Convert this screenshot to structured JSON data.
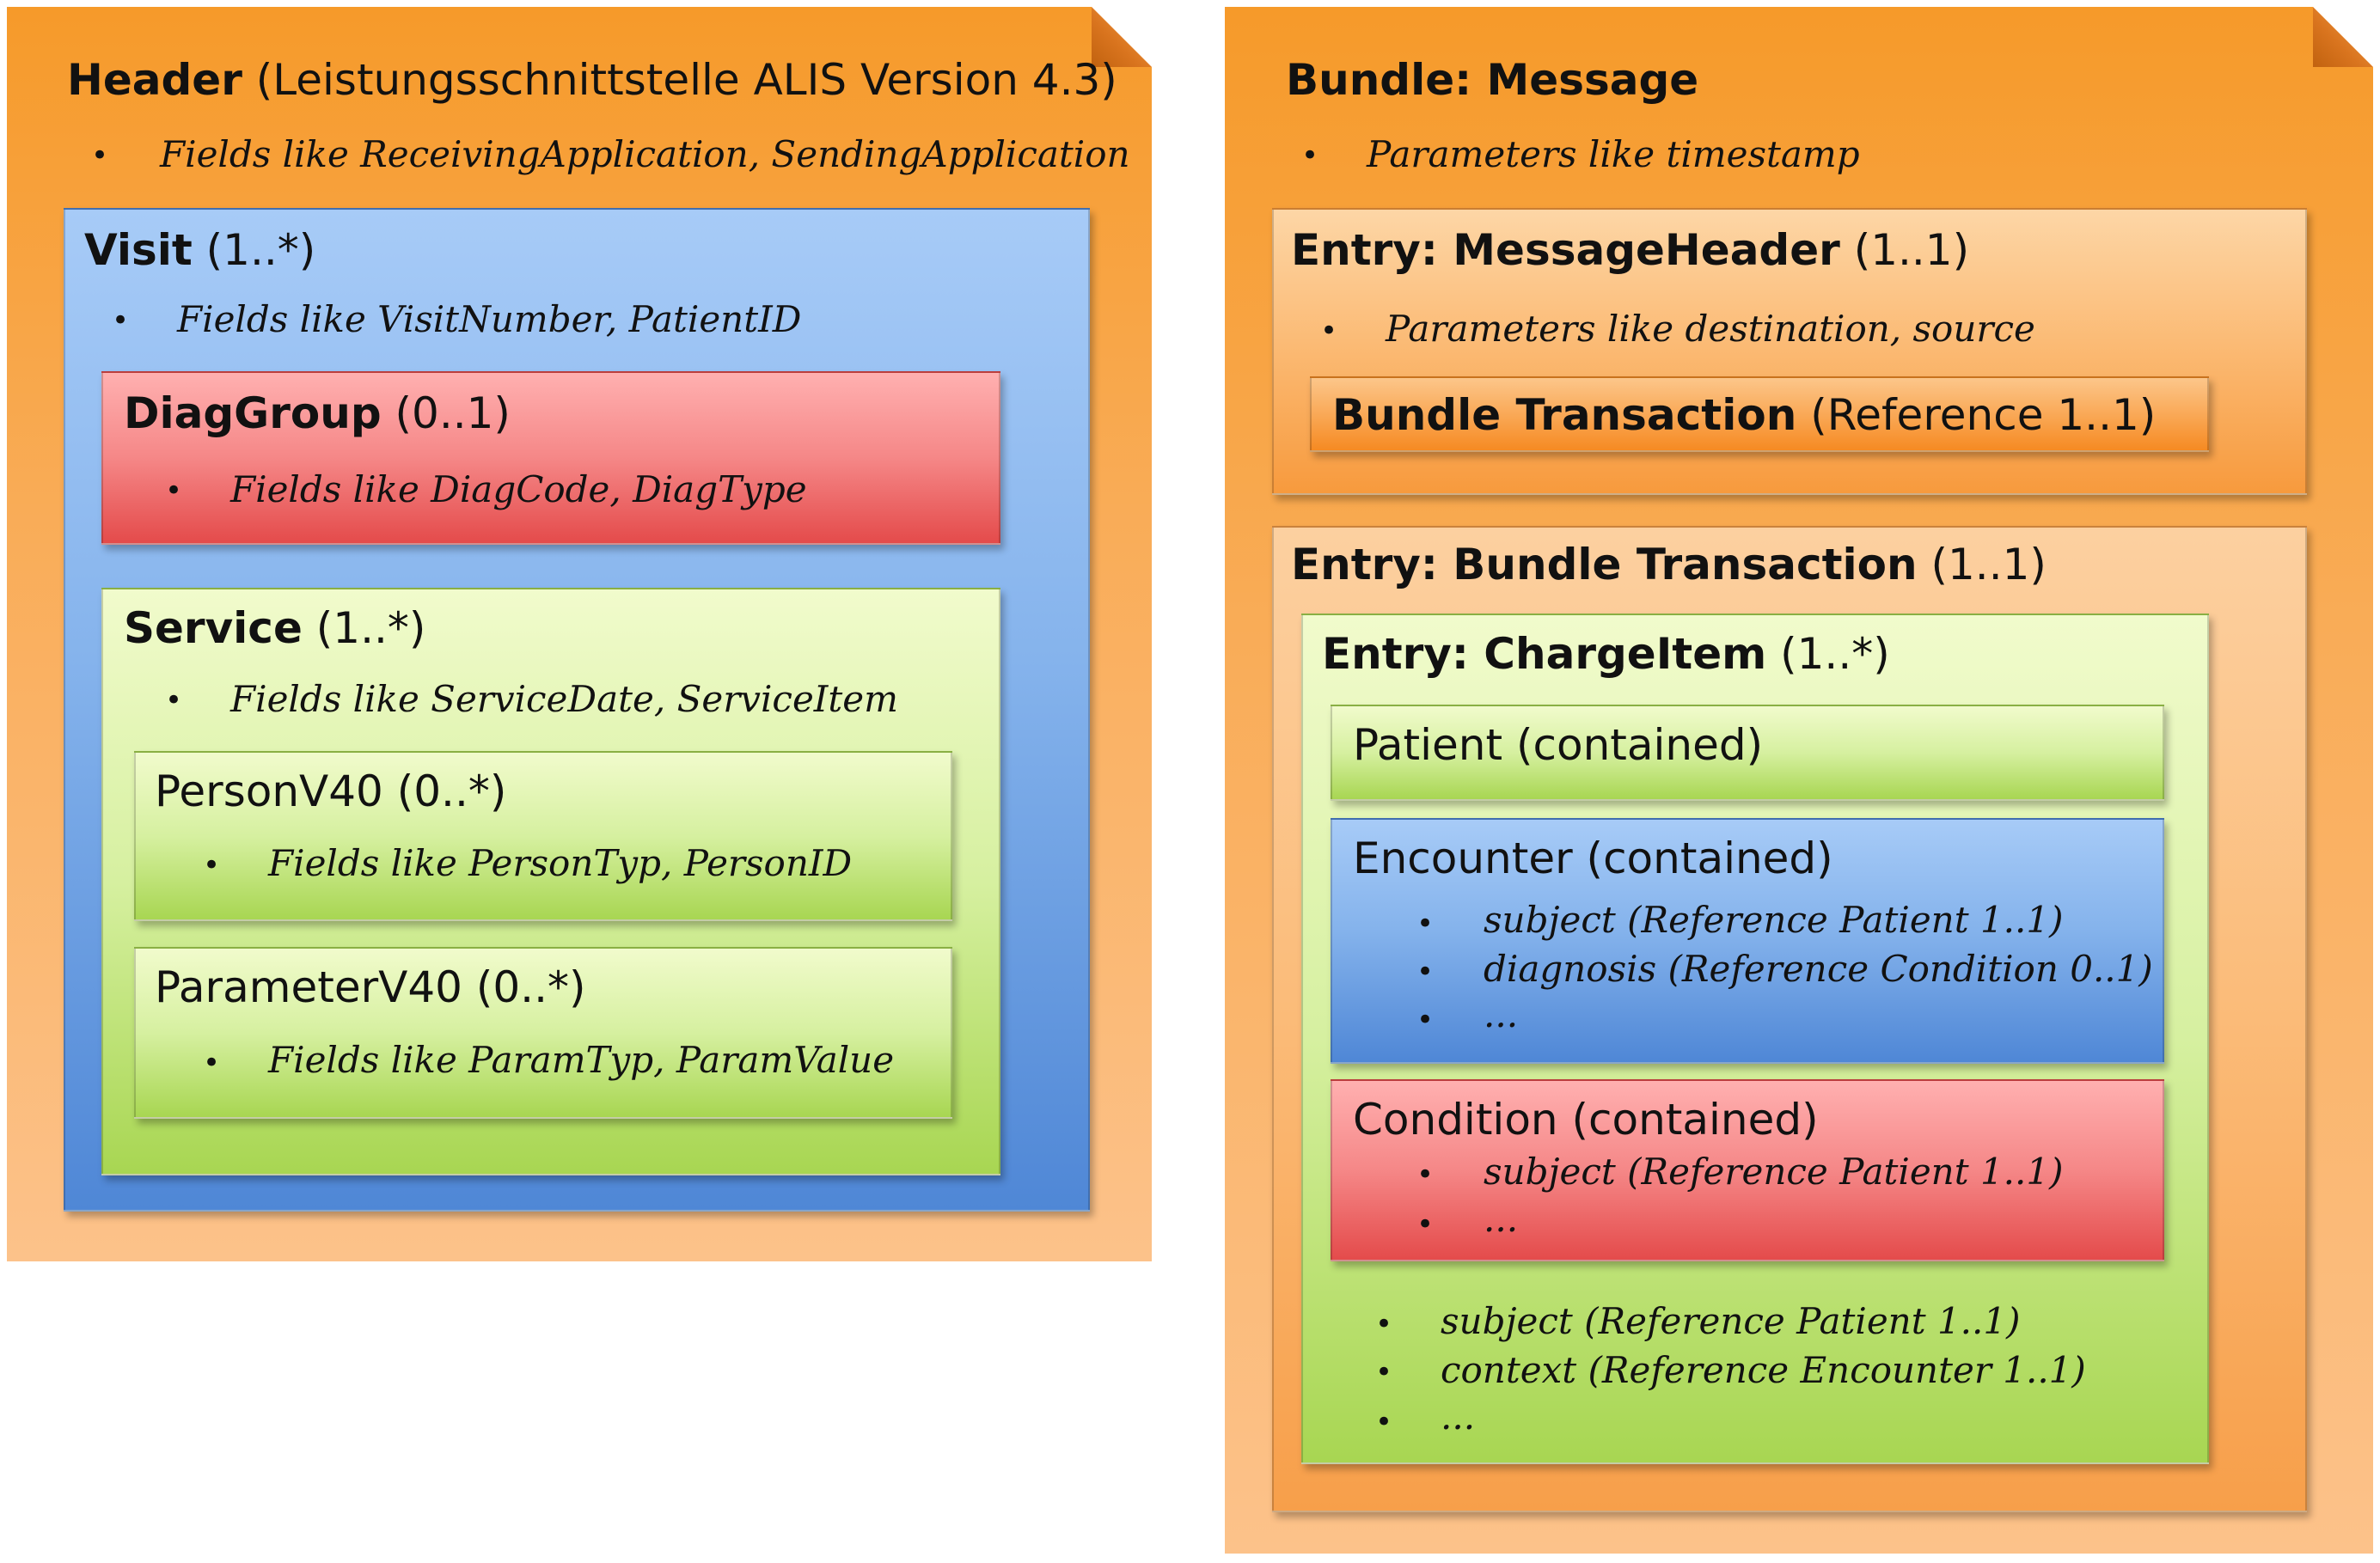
{
  "left": {
    "header": {
      "title": "Header",
      "suffix": " (Leistungsschnittstelle ALIS Version 4.3)",
      "bullet": "Fields like ReceivingApplication, SendingApplication"
    },
    "visit": {
      "title": "Visit",
      "suffix": " (1..*)",
      "bullet": "Fields like VisitNumber, PatientID"
    },
    "diaggroup": {
      "title": "DiagGroup",
      "suffix": " (0..1)",
      "bullet": "Fields like DiagCode, DiagType"
    },
    "service": {
      "title": "Service",
      "suffix": " (1..*)",
      "bullet": "Fields like ServiceDate, ServiceItem"
    },
    "person": {
      "title": "PersonV40 (0..*)",
      "bullet": "Fields like PersonTyp, PersonID"
    },
    "parameter": {
      "title": "ParameterV40 (0..*)",
      "bullet": "Fields like ParamTyp, ParamValue"
    }
  },
  "right": {
    "bundle": {
      "title": "Bundle: Message",
      "bullet": "Parameters like timestamp"
    },
    "messageheader": {
      "title": "Entry: MessageHeader",
      "suffix": " (1..1)",
      "bullet": "Parameters like destination, source"
    },
    "bundle_ref": {
      "title": "Bundle Transaction",
      "suffix": " (Reference 1..1)"
    },
    "transaction": {
      "title": "Entry: Bundle Transaction",
      "suffix": " (1..1)"
    },
    "chargeitem": {
      "title": "Entry: ChargeItem",
      "suffix": " (1..*)",
      "bullets": [
        "subject (Reference Patient 1..1)",
        "context (Reference Encounter 1..1)",
        "..."
      ]
    },
    "patient": {
      "title": "Patient (contained)"
    },
    "encounter": {
      "title": "Encounter (contained)",
      "bullets": [
        "subject (Reference Patient 1..1)",
        "diagnosis (Reference Condition 0..1)",
        "..."
      ]
    },
    "condition": {
      "title": "Condition (contained)",
      "bullets": [
        "subject (Reference Patient 1..1)",
        "..."
      ]
    }
  },
  "bullet_char": "•",
  "colors": {
    "page": "#f7a035",
    "visit": "#85b3ec",
    "diag": "#f58787",
    "service": "#d6f0a0"
  }
}
